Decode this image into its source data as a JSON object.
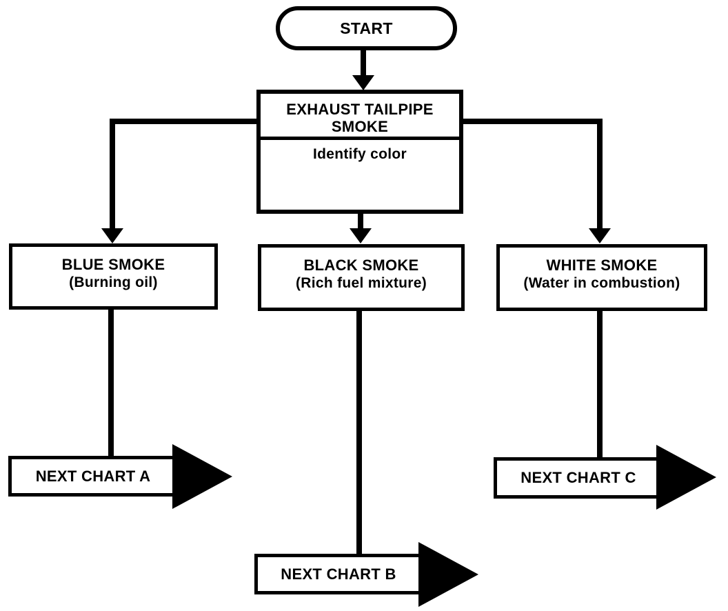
{
  "diagram": {
    "background": "#ffffff",
    "line_color": "#000000",
    "start": {
      "label": "START"
    },
    "root": {
      "title": "EXHAUST TAILPIPE SMOKE",
      "subtitle": "Identify color"
    },
    "branches": {
      "blue": {
        "title": "BLUE SMOKE",
        "cause": "(Burning oil)"
      },
      "black": {
        "title": "BLACK SMOKE",
        "cause": "(Rich fuel mixture)"
      },
      "white": {
        "title": "WHITE SMOKE",
        "cause": "(Water in combustion)"
      }
    },
    "next_charts": {
      "a": {
        "label": "NEXT CHART A"
      },
      "b": {
        "label": "NEXT CHART B"
      },
      "c": {
        "label": "NEXT CHART C"
      }
    }
  }
}
